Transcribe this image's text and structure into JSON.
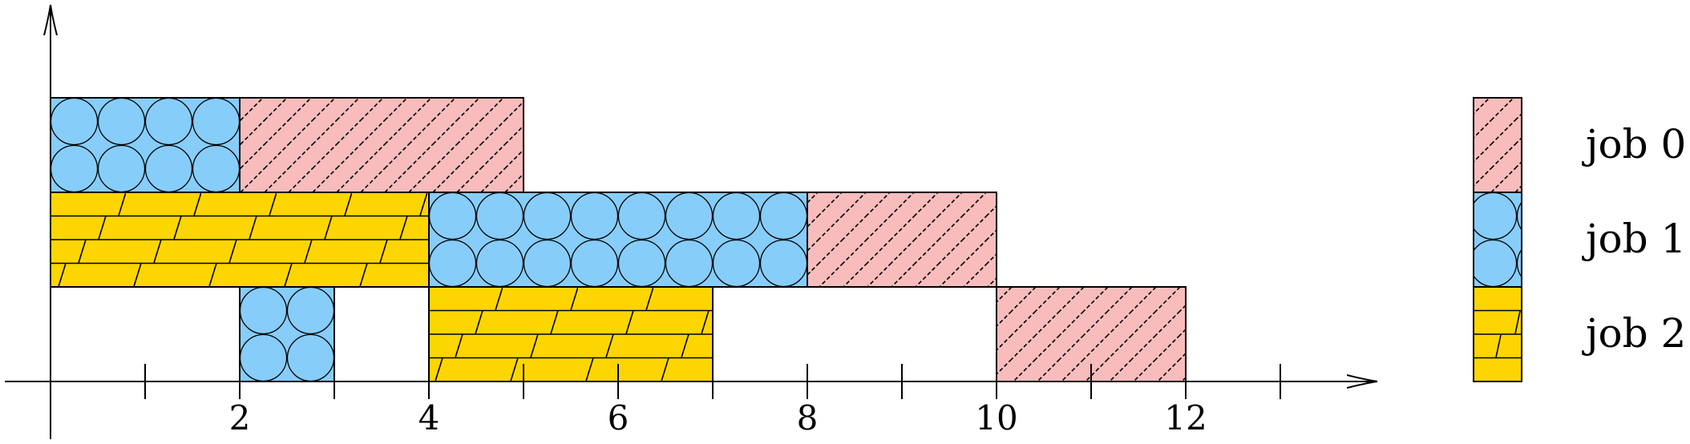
{
  "chart_data": {
    "type": "gantt",
    "xlim": [
      0,
      14
    ],
    "ylim": [
      0,
      3
    ],
    "x_ticks": [
      1,
      2,
      3,
      4,
      5,
      6,
      7,
      8,
      9,
      10,
      11,
      12,
      13
    ],
    "x_tick_labels": [
      {
        "x": 2,
        "text": "2"
      },
      {
        "x": 4,
        "text": "4"
      },
      {
        "x": 6,
        "text": "6"
      },
      {
        "x": 8,
        "text": "8"
      },
      {
        "x": 10,
        "text": "10"
      },
      {
        "x": 12,
        "text": "12"
      }
    ],
    "jobs": [
      {
        "id": 0,
        "label": "job 0",
        "color": "#f8bcbc",
        "pattern": "diagonal-hatch"
      },
      {
        "id": 1,
        "label": "job 1",
        "color": "#87cdfa",
        "pattern": "circles"
      },
      {
        "id": 2,
        "label": "job 2",
        "color": "#fdd500",
        "pattern": "bricks"
      }
    ],
    "tasks": [
      {
        "job": 1,
        "start": 0,
        "end": 2,
        "level": 2
      },
      {
        "job": 0,
        "start": 2,
        "end": 5,
        "level": 2
      },
      {
        "job": 2,
        "start": 0,
        "end": 4,
        "level": 1
      },
      {
        "job": 1,
        "start": 4,
        "end": 8,
        "level": 1
      },
      {
        "job": 0,
        "start": 8,
        "end": 10,
        "level": 1
      },
      {
        "job": 1,
        "start": 2,
        "end": 3,
        "level": 0
      },
      {
        "job": 2,
        "start": 4,
        "end": 7,
        "level": 0
      },
      {
        "job": 0,
        "start": 10,
        "end": 12,
        "level": 0
      }
    ]
  }
}
